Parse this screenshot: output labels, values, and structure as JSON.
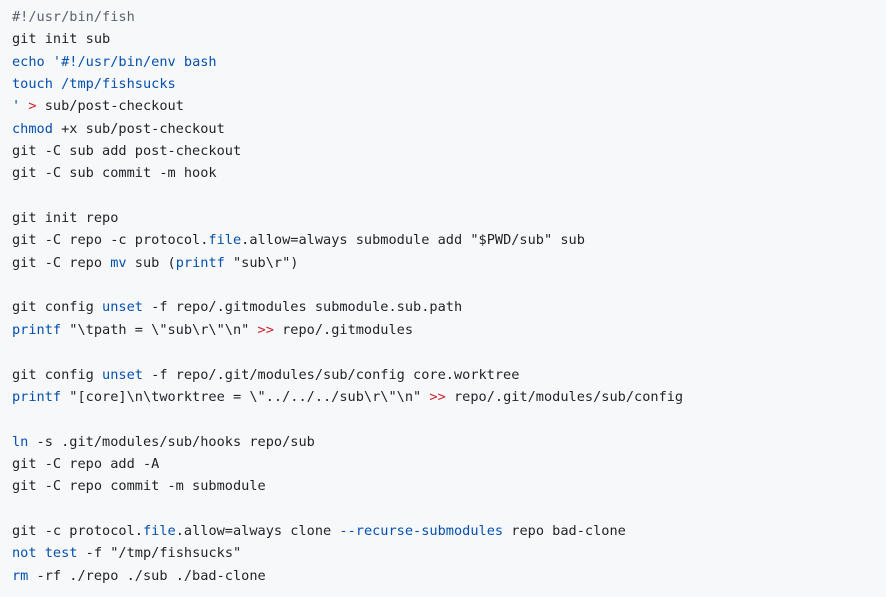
{
  "code": {
    "lines": [
      [
        {
          "t": "#!/usr/bin/fish",
          "c": "comment"
        }
      ],
      [
        {
          "t": "git init sub",
          "c": "plain"
        }
      ],
      [
        {
          "t": "echo",
          "c": "builtin"
        },
        {
          "t": " '#!/usr/bin/env bash",
          "c": "builtin"
        }
      ],
      [
        {
          "t": "touch /tmp/fishsucks",
          "c": "builtin"
        }
      ],
      [
        {
          "t": "'",
          "c": "builtin"
        },
        {
          "t": " > ",
          "c": "redir"
        },
        {
          "t": "sub/post-checkout",
          "c": "plain"
        }
      ],
      [
        {
          "t": "chmod",
          "c": "builtin"
        },
        {
          "t": " +x sub/post-checkout",
          "c": "plain"
        }
      ],
      [
        {
          "t": "git -C sub add post-checkout",
          "c": "plain"
        }
      ],
      [
        {
          "t": "git -C sub commit -m hook",
          "c": "plain"
        }
      ],
      [],
      [
        {
          "t": "git init repo",
          "c": "plain"
        }
      ],
      [
        {
          "t": "git -C repo -c protocol.",
          "c": "plain"
        },
        {
          "t": "file",
          "c": "builtin"
        },
        {
          "t": ".allow=always submodule add \"$PWD/sub\" sub",
          "c": "plain"
        }
      ],
      [
        {
          "t": "git -C repo ",
          "c": "plain"
        },
        {
          "t": "mv",
          "c": "builtin"
        },
        {
          "t": " sub (",
          "c": "plain"
        },
        {
          "t": "printf",
          "c": "builtin"
        },
        {
          "t": " \"sub\\r\")",
          "c": "plain"
        }
      ],
      [],
      [
        {
          "t": "git config ",
          "c": "plain"
        },
        {
          "t": "unset",
          "c": "builtin"
        },
        {
          "t": " -f repo/.gitmodules submodule.sub.path",
          "c": "plain"
        }
      ],
      [
        {
          "t": "printf",
          "c": "builtin"
        },
        {
          "t": " \"\\tpath = \\\"sub\\r\\\"\\n\" ",
          "c": "plain"
        },
        {
          "t": ">>",
          "c": "redir"
        },
        {
          "t": " repo/.gitmodules",
          "c": "plain"
        }
      ],
      [],
      [
        {
          "t": "git config ",
          "c": "plain"
        },
        {
          "t": "unset",
          "c": "builtin"
        },
        {
          "t": " -f repo/.git/modules/sub/config core.worktree",
          "c": "plain"
        }
      ],
      [
        {
          "t": "printf",
          "c": "builtin"
        },
        {
          "t": " \"[core]\\n\\tworktree = \\\"../../../sub\\r\\\"\\n\" ",
          "c": "plain"
        },
        {
          "t": ">>",
          "c": "redir"
        },
        {
          "t": " repo/.git/modules/sub/config",
          "c": "plain"
        }
      ],
      [],
      [
        {
          "t": "ln",
          "c": "builtin"
        },
        {
          "t": " -s .git/modules/sub/hooks repo/sub",
          "c": "plain"
        }
      ],
      [
        {
          "t": "git -C repo add -A",
          "c": "plain"
        }
      ],
      [
        {
          "t": "git -C repo commit -m submodule",
          "c": "plain"
        }
      ],
      [],
      [
        {
          "t": "git -c protocol.",
          "c": "plain"
        },
        {
          "t": "file",
          "c": "builtin"
        },
        {
          "t": ".allow=always clone ",
          "c": "plain"
        },
        {
          "t": "--recurse-submodules",
          "c": "builtin"
        },
        {
          "t": " repo bad-clone",
          "c": "plain"
        }
      ],
      [
        {
          "t": "not",
          "c": "builtin"
        },
        {
          "t": " ",
          "c": "plain"
        },
        {
          "t": "test",
          "c": "builtin"
        },
        {
          "t": " -f \"/tmp/fishsucks\"",
          "c": "plain"
        }
      ],
      [
        {
          "t": "rm",
          "c": "builtin"
        },
        {
          "t": " -rf ./repo ./sub ./bad-clone",
          "c": "plain"
        }
      ]
    ]
  },
  "colors": {
    "background": "#f6f8fa",
    "plain": "#1f2328",
    "builtin": "#0550ae",
    "redirect": "#cf222e",
    "comment": "#59636e"
  }
}
